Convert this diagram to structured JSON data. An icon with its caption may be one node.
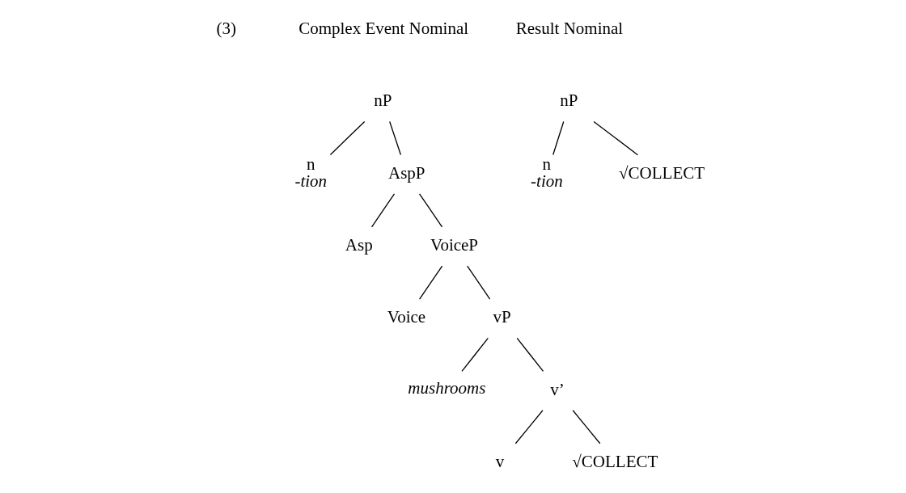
{
  "diagram": {
    "nodes": [
      {
        "text": [
          "nP"
        ]
      },
      {
        "text": [
          "n",
          "-tion"
        ]
      },
      {
        "text": [
          "AspP"
        ]
      },
      {
        "text": [
          "Asp"
        ]
      },
      {
        "text": [
          "VoiceP"
        ]
      },
      {
        "text": [
          "Voice"
        ]
      },
      {
        "text": [
          "vP"
        ]
      },
      {
        "text": [
          "mushrooms"
        ]
      },
      {
        "text": [
          "v’"
        ]
      },
      {
        "text": [
          "v"
        ]
      },
      {
        "text": [
          "√COLLECT"
        ]
      },
      {
        "text": [
          "nP"
        ]
      },
      {
        "text": [
          "n",
          "-tion"
        ]
      },
      {
        "text": [
          "√COLLECT"
        ]
      }
    ],
    "edges": [
      {
        "from": 0,
        "to": 1,
        "arrow": "none"
      },
      {
        "from": 0,
        "to": 2,
        "arrow": "none"
      },
      {
        "from": 2,
        "to": 3,
        "arrow": "none"
      },
      {
        "from": 2,
        "to": 4,
        "arrow": "none"
      },
      {
        "from": 4,
        "to": 5,
        "arrow": "none"
      },
      {
        "from": 4,
        "to": 6,
        "arrow": "none"
      },
      {
        "from": 6,
        "to": 7,
        "arrow": "none"
      },
      {
        "from": 6,
        "to": 8,
        "arrow": "none"
      },
      {
        "from": 8,
        "to": 9,
        "arrow": "none"
      },
      {
        "from": 8,
        "to": 10,
        "arrow": "none"
      },
      {
        "from": 11,
        "to": 12,
        "arrow": "none"
      },
      {
        "from": 11,
        "to": 13,
        "arrow": "none"
      }
    ],
    "labels": [
      "(3)",
      "Complex Event Nominal",
      "Result Nominal"
    ]
  }
}
